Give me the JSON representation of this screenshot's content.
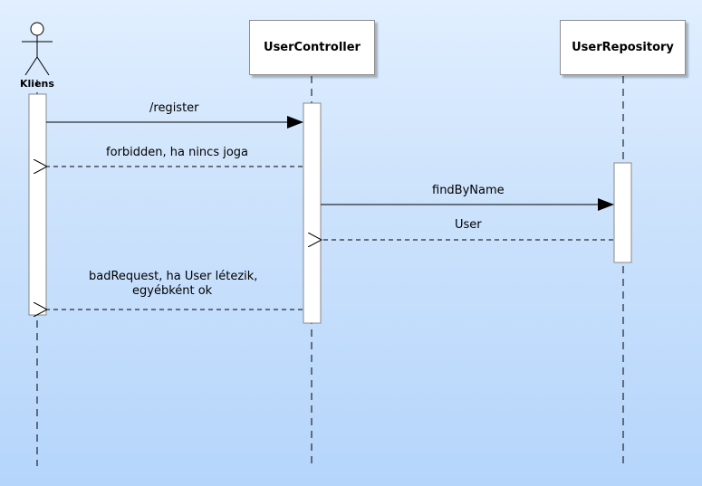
{
  "participants": {
    "client": {
      "name": "Kliens"
    },
    "controller": {
      "name": "UserController"
    },
    "repository": {
      "name": "UserRepository"
    }
  },
  "messages": {
    "register": {
      "label": "/register",
      "kind": "sync"
    },
    "forbidden": {
      "label": "forbidden, ha nincs joga",
      "kind": "return"
    },
    "find_by_name": {
      "label": "findByName",
      "kind": "sync"
    },
    "user": {
      "label": "User",
      "kind": "return"
    },
    "bad_request_line1": {
      "label": "badRequest, ha User létezik,",
      "kind": "return"
    },
    "bad_request_line2": {
      "label": "egyébként ok"
    }
  },
  "colors": {
    "background_top": "#e1efff",
    "background_bottom": "#b5d5fb",
    "line": "#000000"
  }
}
